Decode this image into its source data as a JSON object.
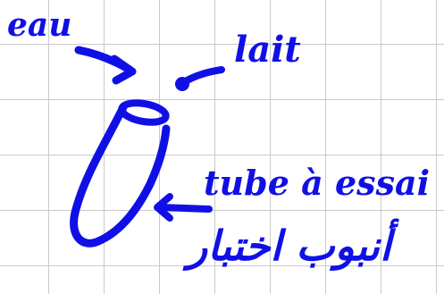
{
  "ink_color": "#1010e6",
  "grid_color": "#c9c9c9",
  "labels": {
    "eau": "eau",
    "lait": "lait",
    "tube": "tube à essai",
    "arabic": "أنبوب اختبار"
  }
}
